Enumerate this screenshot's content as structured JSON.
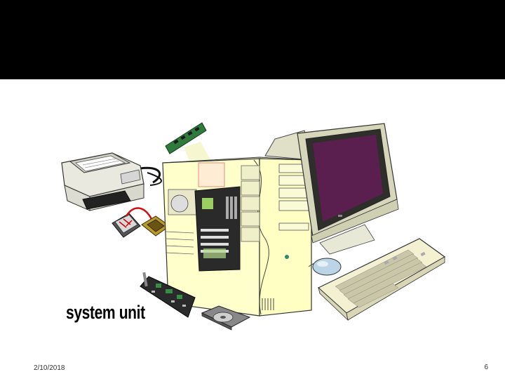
{
  "slide": {
    "caption": "system unit",
    "date": "2/10/2018",
    "page_number": "6"
  },
  "colors": {
    "header_band": "#000000",
    "case_yellow": "#ffffcc",
    "monitor_screen": "#5a1f4f",
    "board_dark": "#222222"
  },
  "icons": [
    "printer-icon",
    "ram-module-icon",
    "cpu-chip-icon",
    "fan-heatsink-icon",
    "expansion-card-icon",
    "hard-drive-icon",
    "monitor-icon",
    "keyboard-icon",
    "mouse-icon"
  ]
}
